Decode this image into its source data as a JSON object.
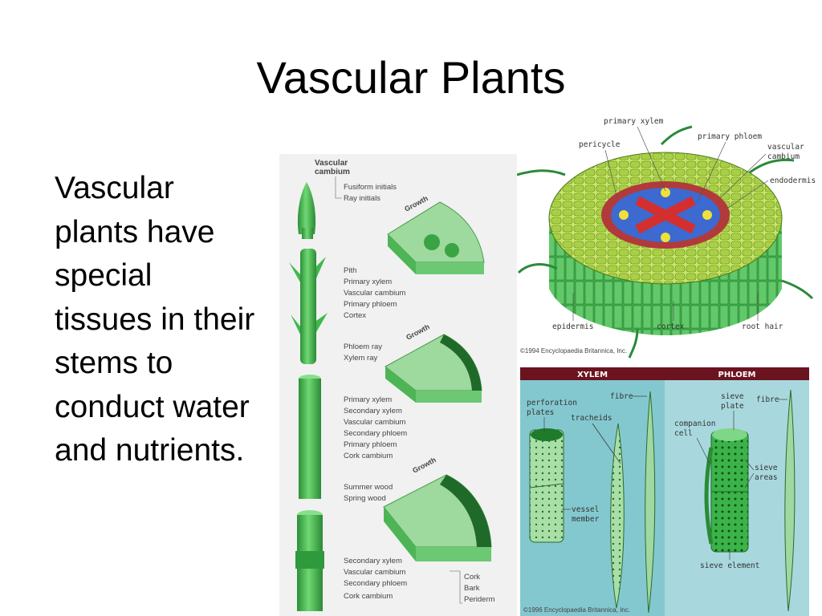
{
  "slide": {
    "title": "Vascular Plants",
    "body": "Vascular plants have special tissues in their stems to conduct water and nutrients."
  },
  "stem_growth_figure": {
    "header": [
      "Vascular",
      "cambium"
    ],
    "top_labels": [
      "Fusiform initials",
      "Ray initials"
    ],
    "growth_label": "Growth",
    "section1_labels": [
      "Pith",
      "Primary xylem",
      "Vascular cambium",
      "Primary phloem",
      "Cortex"
    ],
    "section2_top_labels": [
      "Phloem ray",
      "Xylem ray"
    ],
    "section2_labels": [
      "Primary xylem",
      "Secondary xylem",
      "Vascular cambium",
      "Secondary phloem",
      "Primary phloem",
      "Cork cambium"
    ],
    "section3_top_labels": [
      "Summer wood",
      "Spring wood"
    ],
    "section3_labels": [
      "Secondary xylem",
      "Vascular cambium",
      "Secondary phloem",
      "Cork cambium"
    ],
    "section3_side_labels": [
      "Cork",
      "Bark",
      "Periderm"
    ]
  },
  "root_section_figure": {
    "labels": {
      "primary_xylem": "primary xylem",
      "primary_phloem": "primary phloem",
      "pericycle": "pericycle",
      "vascular_cambium": [
        "vascular",
        "cambium"
      ],
      "endodermis": "endodermis",
      "epidermis": "epidermis",
      "cortex": "cortex",
      "root_hair": "root hair"
    },
    "copyright": "©1994 Encyclopaedia Britannica, Inc."
  },
  "xylem_phloem_figure": {
    "xylem_header": "XYLEM",
    "phloem_header": "PHLOEM",
    "xylem_labels": {
      "perforation_plates": [
        "perforation",
        "plates"
      ],
      "fibre": "fibre",
      "tracheids": "tracheids",
      "vessel_member": [
        "vessel",
        "member"
      ]
    },
    "phloem_labels": {
      "sieve_plate": [
        "sieve",
        "plate"
      ],
      "fibre": "fibre",
      "companion_cell": [
        "companion",
        "cell"
      ],
      "sieve_areas": [
        "sieve",
        "areas"
      ],
      "sieve_element": "sieve element"
    },
    "copyright": "©1996 Encyclopaedia Britannica, Inc."
  },
  "colors": {
    "stem_green": "#3fb94a",
    "header_maroon": "#6b1420",
    "xylem_bg": "#84c8cf",
    "phloem_bg": "#a8d8dd"
  }
}
